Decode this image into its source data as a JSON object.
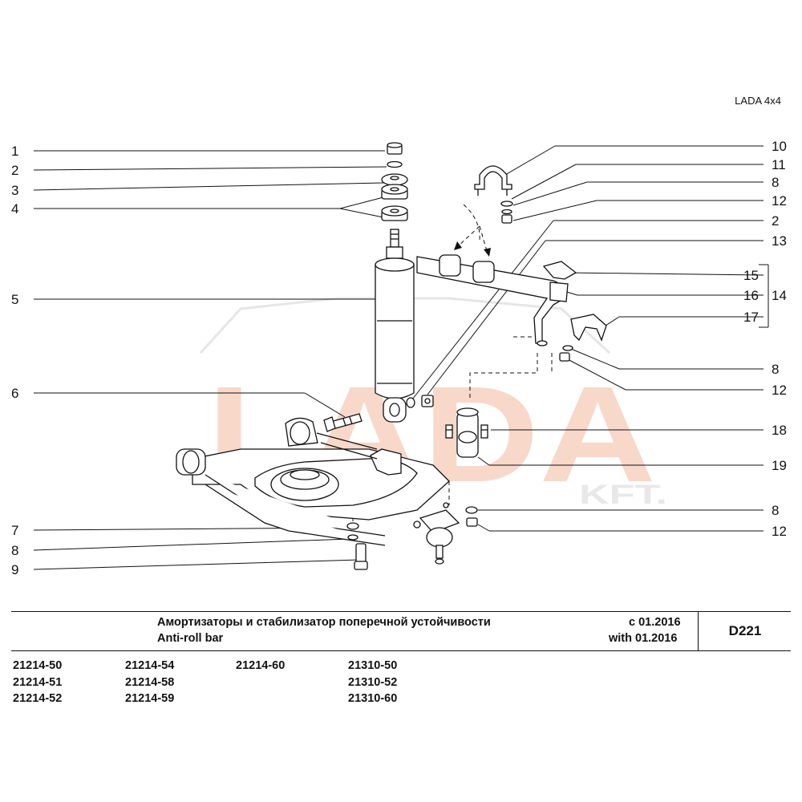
{
  "header": {
    "model": "LADA 4x4"
  },
  "watermark": {
    "main": "LADA",
    "sub": "KFT.",
    "color": "#f7d2c0"
  },
  "diagram": {
    "callouts_left": [
      "1",
      "2",
      "3",
      "4",
      "5",
      "6",
      "7",
      "8",
      "9"
    ],
    "callouts_right": [
      "10",
      "11",
      "8",
      "12",
      "2",
      "13",
      "15",
      "16",
      "14",
      "17",
      "8",
      "12",
      "18",
      "19",
      "8",
      "12"
    ]
  },
  "title_block": {
    "title_ru": "Амортизаторы и стабилизатор поперечной устойчивости",
    "title_en": "Anti-roll bar",
    "date_ru": "с  01.2016",
    "date_en": "with  01.2016",
    "code": "D221"
  },
  "models": [
    [
      "21214-50",
      "21214-51",
      "21214-52"
    ],
    [
      "21214-54",
      "21214-58",
      "21214-59"
    ],
    [
      "21214-60"
    ],
    [
      "21310-50",
      "21310-52",
      "21310-60"
    ]
  ]
}
